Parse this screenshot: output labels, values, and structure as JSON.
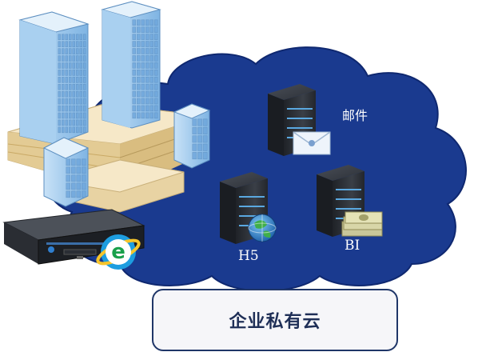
{
  "labels": {
    "mail": "邮件",
    "h5": "H5",
    "bi": "BI",
    "title": "企业私有云"
  },
  "colors": {
    "cloud": "#1a3a8f",
    "cloud_edge": "#0f2870",
    "server_body": "#2b2f36",
    "server_light": "#5aa8e0",
    "building_glass": "#8fc1ec",
    "building_base": "#f2e2bd",
    "title_border": "#1f3668"
  },
  "icons": [
    "office-buildings-icon",
    "server-icon",
    "envelope-icon",
    "globe-icon",
    "money-stack-icon",
    "appliance-icon",
    "internet-explorer-icon"
  ]
}
